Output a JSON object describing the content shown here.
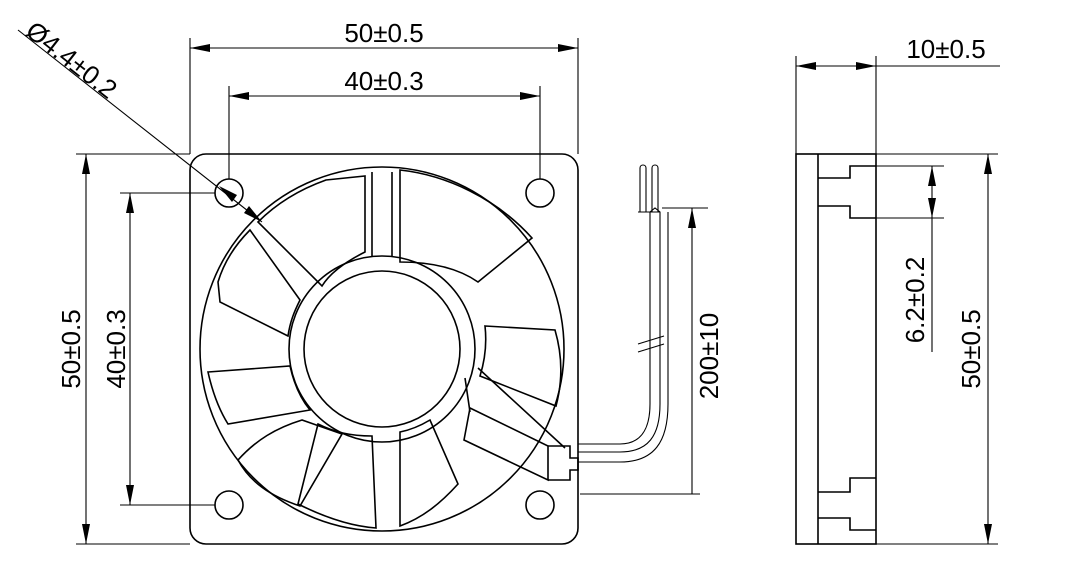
{
  "front_view": {
    "width_overall": "50±0.5",
    "width_holes": "40±0.3",
    "height_overall": "50±0.5",
    "height_holes": "40±0.3",
    "hole_diameter": "Ø4.4±0.2",
    "lead_length": "200±10"
  },
  "side_view": {
    "thickness": "10±0.5",
    "notch_height": "6.2±0.2",
    "height_overall": "50±0.5"
  }
}
